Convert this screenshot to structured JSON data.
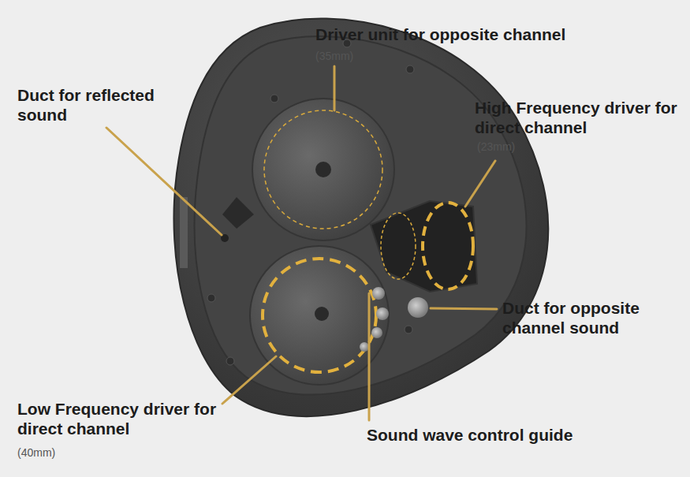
{
  "diagram": {
    "labels": [
      "Driver unit for opposite channel",
      "(35mm)",
      "Duct for reflected sound",
      "High Frequency driver for direct channel",
      "(23mm)",
      "Duct for opposite channel sound",
      "Low Frequency driver for direct channel",
      "(40mm)",
      "Sound wave control guide"
    ]
  }
}
